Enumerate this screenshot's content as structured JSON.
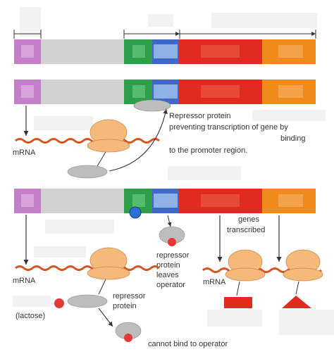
{
  "labels": {
    "mrna_top": "mRNA",
    "repressor_caption_1": "Repressor protein",
    "repressor_caption_2": "preventing transcription of gene by",
    "repressor_caption_3": "binding",
    "repressor_caption_4": "to the promoter region.",
    "genes_transcribed_1": "genes",
    "genes_transcribed_2": "transcribed",
    "leaves_1": "repressor",
    "leaves_2": "protein",
    "leaves_3": "leaves",
    "leaves_4": "operator",
    "mrna_bottom_left": "mRNA",
    "repressor_bottom_1": "repressor",
    "repressor_bottom_2": "protein",
    "lactose": "(lactose)",
    "mrna_bottom_right": "mRNA",
    "cannot_bind": "cannot bind to operator"
  },
  "colors": {
    "regulator": "#c47fc9",
    "spacer": "#d2d2d2",
    "promoter": "#2e9e4a",
    "operator": "#3f68c7",
    "gene_red": "#e02a22",
    "gene_orange": "#f08a1a",
    "ribosome": "#f5b97a",
    "repressor": "#bdbdbd",
    "mrna": "#d9531e",
    "lactose": "#e53935"
  }
}
